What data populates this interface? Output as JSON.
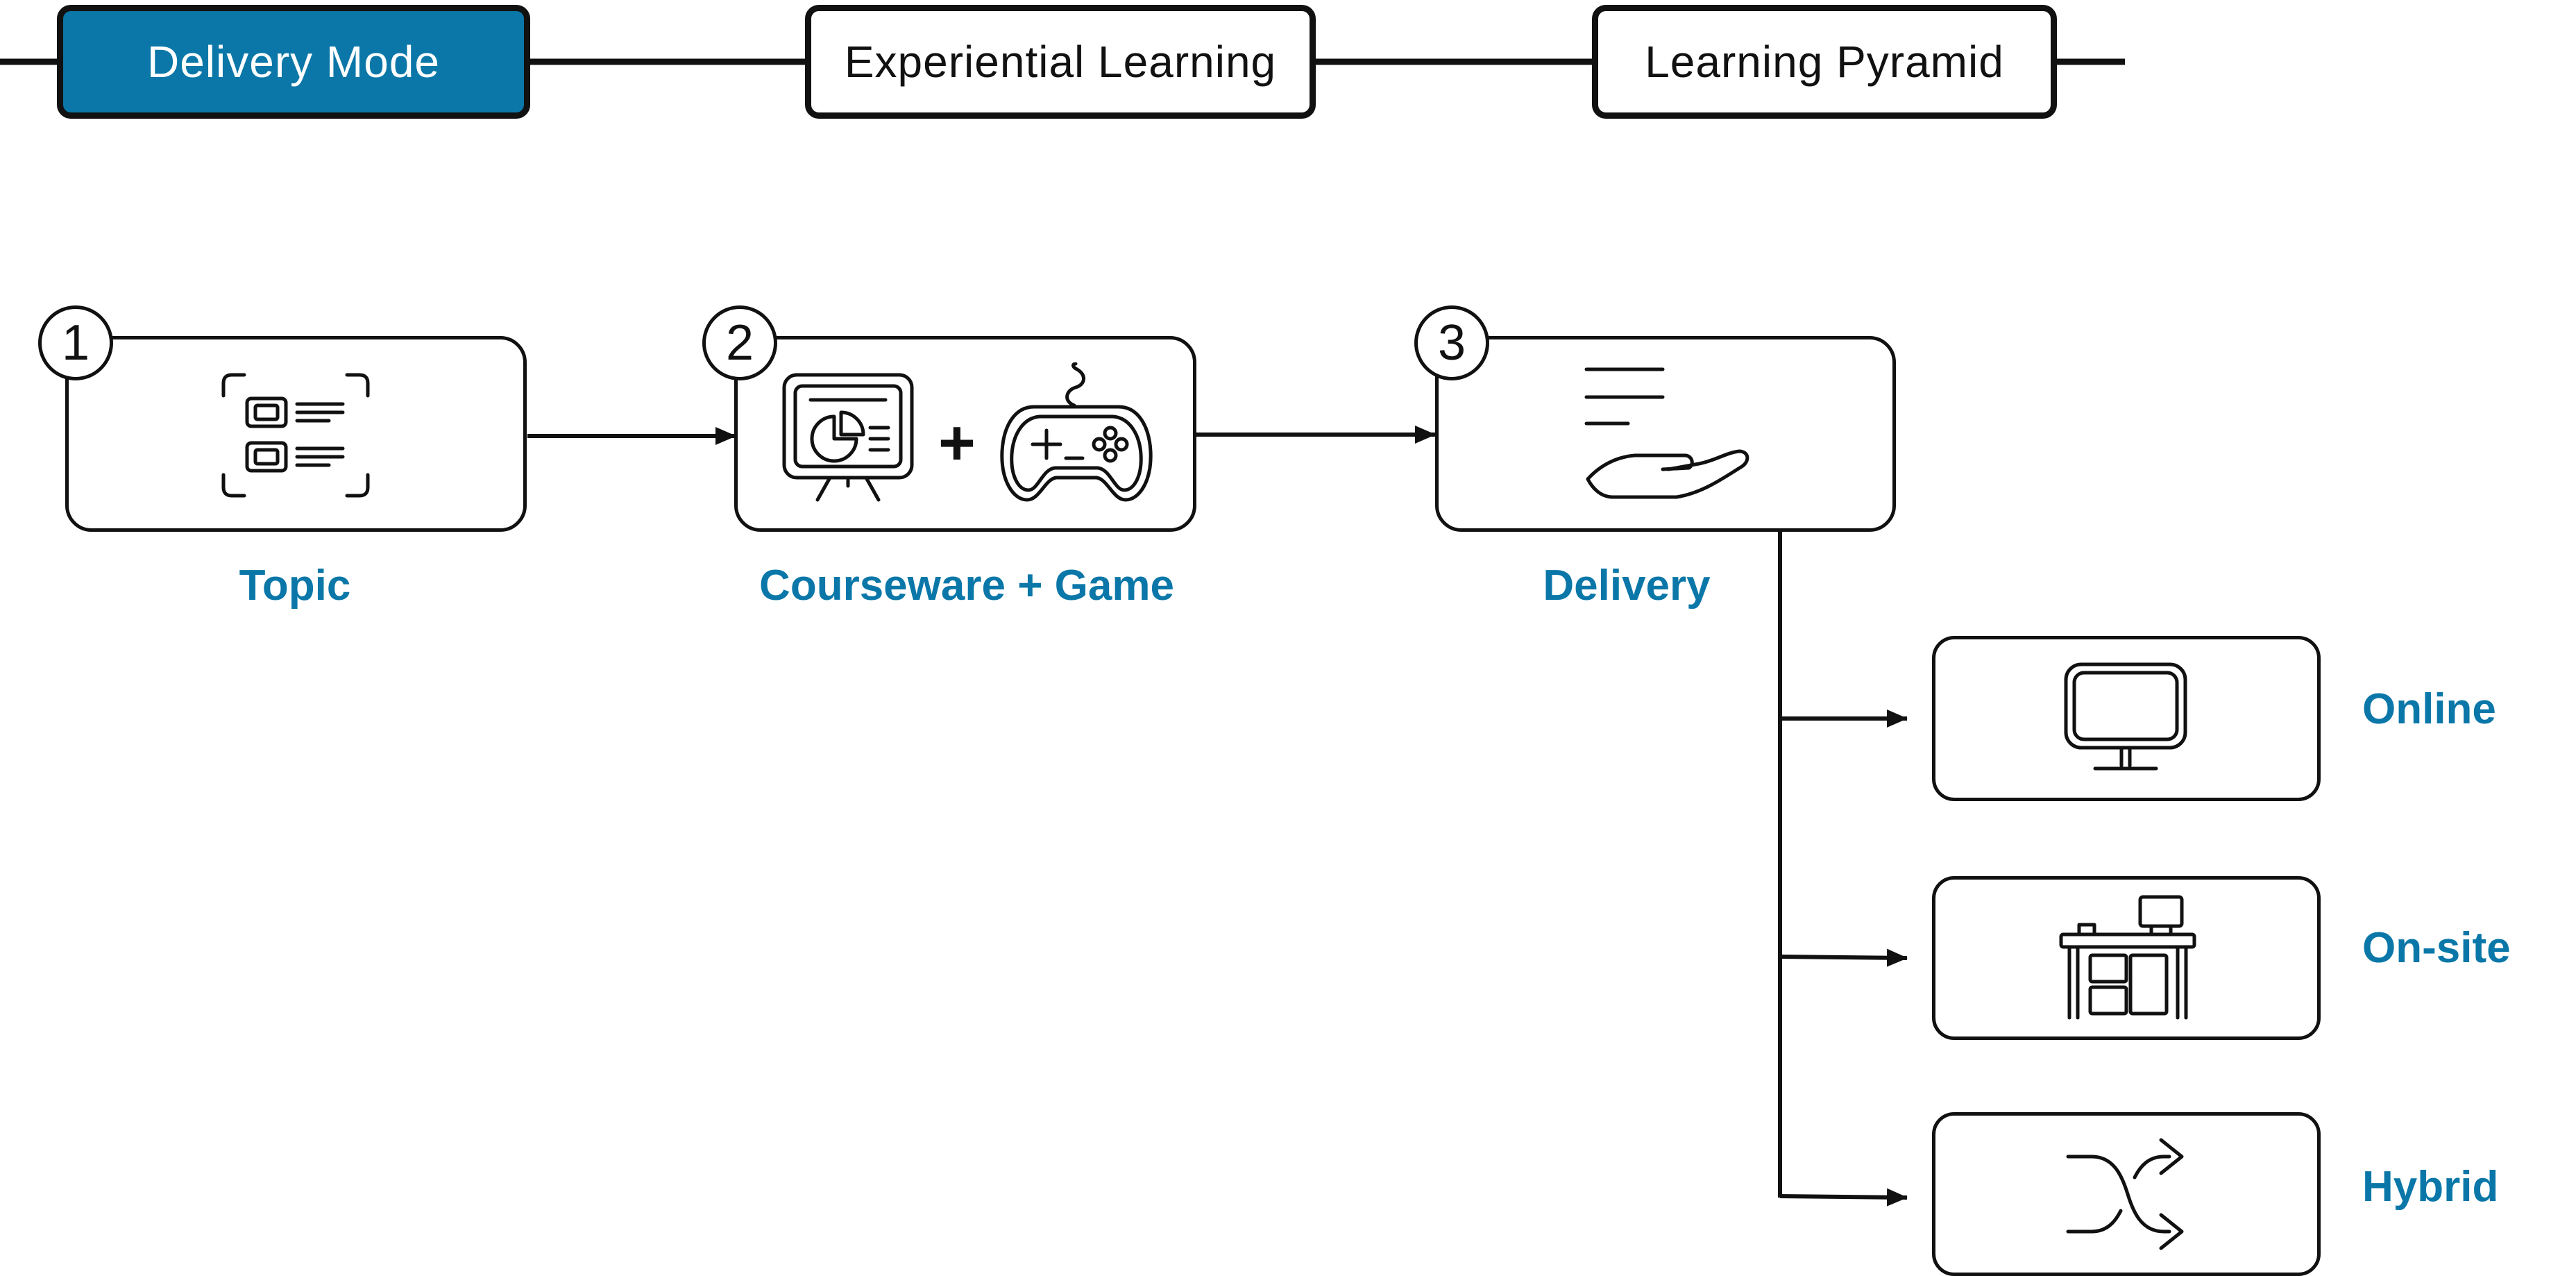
{
  "colors": {
    "accent": "#0A77A8",
    "ink": "#111111",
    "background": "#FFFFFF"
  },
  "tabs": [
    {
      "label": "Delivery Mode",
      "active": true
    },
    {
      "label": "Experiential Learning",
      "active": false
    },
    {
      "label": "Learning Pyramid",
      "active": false
    }
  ],
  "steps": [
    {
      "number": "1",
      "label": "Topic",
      "icons": [
        "topic-list-icon"
      ]
    },
    {
      "number": "2",
      "label": "Courseware + Game",
      "plus": "+",
      "icons": [
        "presentation-board-icon",
        "game-controller-icon"
      ]
    },
    {
      "number": "3",
      "label": "Delivery",
      "icons": [
        "hand-delivery-icon"
      ]
    }
  ],
  "modes": [
    {
      "label": "Online",
      "icon": "monitor-icon"
    },
    {
      "label": "On-site",
      "icon": "desk-icon"
    },
    {
      "label": "Hybrid",
      "icon": "shuffle-arrows-icon"
    }
  ]
}
